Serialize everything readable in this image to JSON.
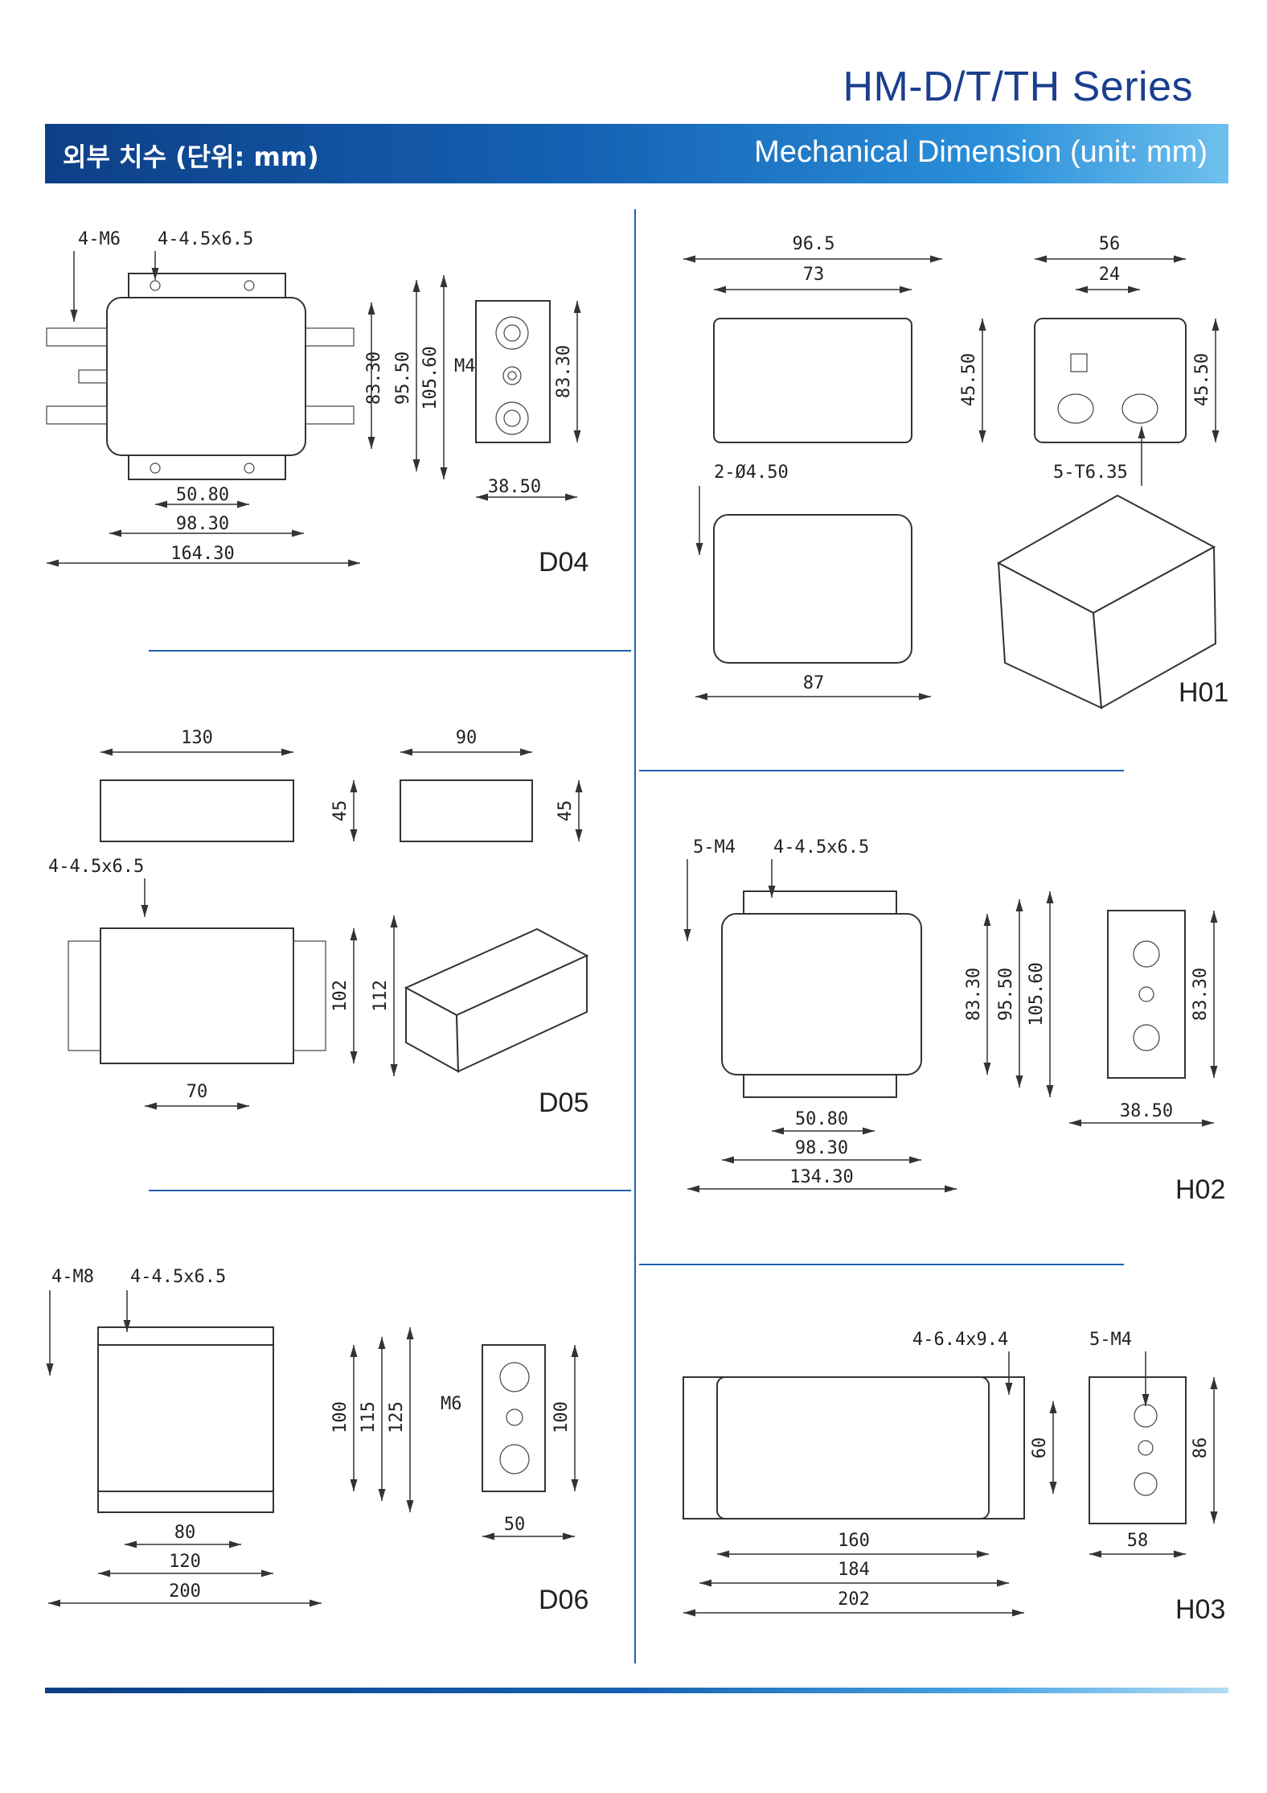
{
  "header": {
    "series_title": "HM-D/T/TH Series",
    "section_korean": "외부 치수 (단위: mm)",
    "section_english": "Mechanical Dimension (unit: mm)"
  },
  "colors": {
    "accent": "#1b3f8f",
    "banner_start": "#0d3f86",
    "banner_end": "#6fc0ee"
  },
  "drawings": {
    "d04": {
      "label": "D04",
      "callout_stud": "4-M6",
      "callout_mount": "4-4.5x6.5",
      "callout_ground": "M4",
      "dims": {
        "h1": "83.30",
        "h2": "95.50",
        "h3": "105.60",
        "side_h": "83.30",
        "side_w": "38.50",
        "w1": "50.80",
        "w2": "98.30",
        "w3": "164.30"
      }
    },
    "h01": {
      "label": "H01",
      "callout_hole": "2-Ø4.50",
      "callout_tab": "5-T6.35",
      "dims": {
        "w_top": "96.5",
        "w_inner": "73",
        "h_front": "45.50",
        "side_w": "56",
        "side_inner": "24",
        "side_h": "45.50",
        "bottom_w": "87"
      }
    },
    "d05": {
      "label": "D05",
      "callout_mount": "4-4.5x6.5",
      "dims": {
        "w_top": "130",
        "h_top": "45",
        "w_side": "90",
        "h_side": "45",
        "h1": "102",
        "h2": "112",
        "w_bottom": "70"
      }
    },
    "h02": {
      "label": "H02",
      "callout_stud": "5-M4",
      "callout_mount": "4-4.5x6.5",
      "dims": {
        "h1": "83.30",
        "h2": "95.50",
        "h3": "105.60",
        "side_h": "83.30",
        "side_w": "38.50",
        "w1": "50.80",
        "w2": "98.30",
        "w3": "134.30"
      }
    },
    "d06": {
      "label": "D06",
      "callout_stud": "4-M8",
      "callout_mount": "4-4.5x6.5",
      "callout_ground": "M6",
      "dims": {
        "h1": "100",
        "h2": "115",
        "h3": "125",
        "side_h": "100",
        "side_w": "50",
        "w1": "80",
        "w2": "120",
        "w3": "200"
      }
    },
    "h03": {
      "label": "H03",
      "callout_mount": "4-6.4x9.4",
      "callout_stud": "5-M4",
      "dims": {
        "h_mount": "60",
        "side_h": "86",
        "side_w": "58",
        "w1": "160",
        "w2": "184",
        "w3": "202"
      }
    }
  }
}
